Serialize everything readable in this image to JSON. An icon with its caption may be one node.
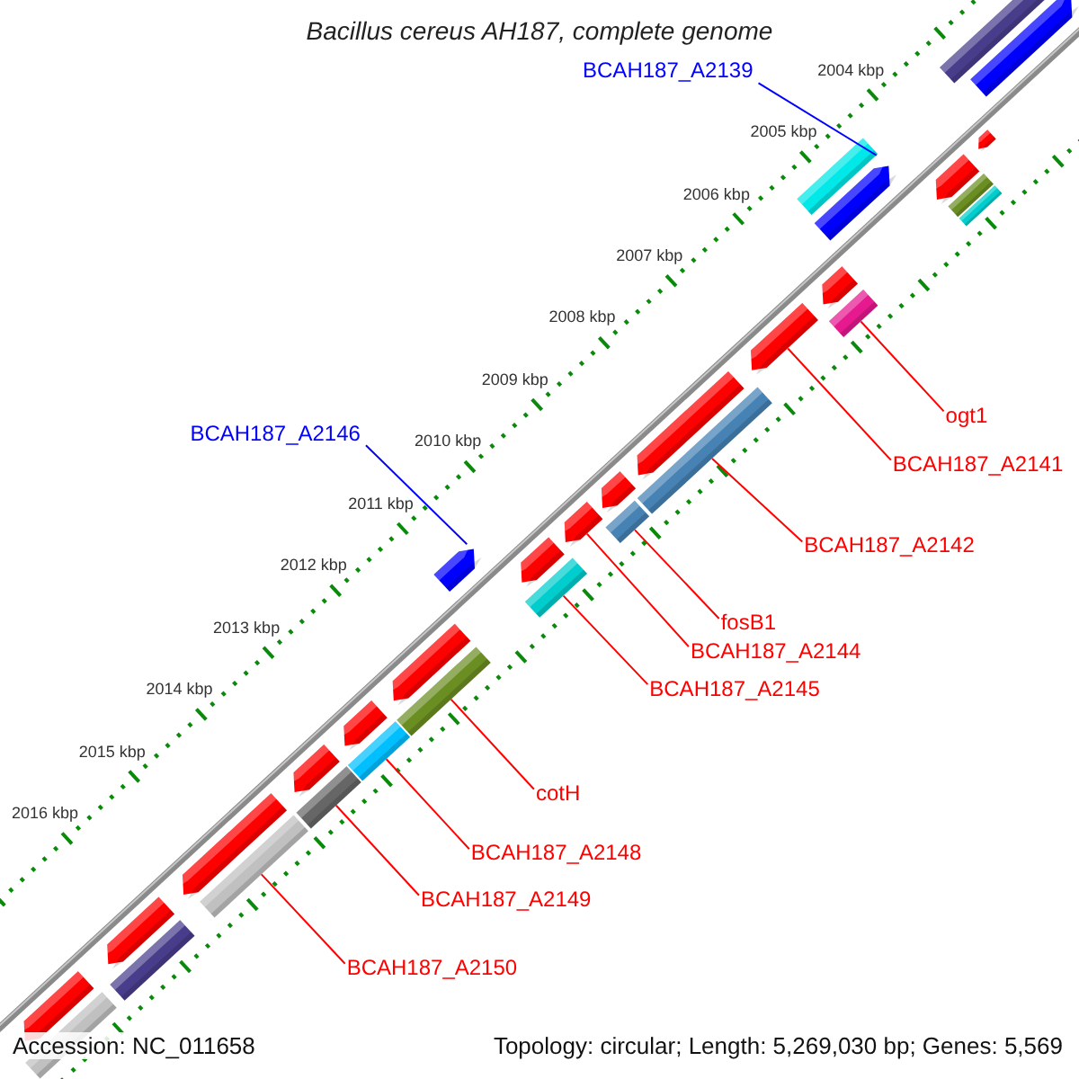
{
  "diagram": {
    "title": "Bacillus cereus AH187, complete genome",
    "nodes": [
      {
        "text": [
          "BCAH187_A2139"
        ]
      },
      {
        "text": [],
        "shape": "bar"
      },
      {
        "text": [
          "ogt1"
        ]
      },
      {
        "text": [],
        "shape": "bar"
      },
      {
        "text": [
          "BCAH187_A2141"
        ]
      },
      {
        "text": [],
        "shape": "bar"
      },
      {
        "text": [
          "BCAH187_A2142"
        ]
      },
      {
        "text": [],
        "shape": "bar"
      },
      {
        "text": [
          "BCAH187_A2146"
        ]
      },
      {
        "text": [],
        "shape": "bar"
      },
      {
        "text": [
          "fosB1"
        ]
      },
      {
        "text": [],
        "shape": "bar"
      },
      {
        "text": [
          "BCAH187_A2144"
        ]
      },
      {
        "text": [],
        "shape": "bar"
      },
      {
        "text": [
          "BCAH187_A2145"
        ]
      },
      {
        "text": [],
        "shape": "bar"
      },
      {
        "text": [
          "cotH"
        ]
      },
      {
        "text": [],
        "shape": "bar"
      },
      {
        "text": [
          "BCAH187_A2148"
        ]
      },
      {
        "text": [],
        "shape": "bar"
      },
      {
        "text": [
          "BCAH187_A2149"
        ]
      },
      {
        "text": [],
        "shape": "bar"
      },
      {
        "text": [
          "BCAH187_A2150"
        ]
      },
      {
        "text": [],
        "shape": "bar"
      },
      {
        "text": [],
        "shape": "bar"
      },
      {
        "text": [],
        "shape": "bar"
      },
      {
        "text": [],
        "shape": "bar"
      },
      {
        "text": [],
        "shape": "bar"
      },
      {
        "text": [],
        "shape": "bar"
      },
      {
        "text": [],
        "shape": "bar"
      },
      {
        "text": [],
        "shape": "bar"
      },
      {
        "text": [],
        "shape": "bar"
      },
      {
        "text": [],
        "shape": "bar"
      },
      {
        "text": [],
        "shape": "bar"
      },
      {
        "text": [],
        "shape": "bar"
      },
      {
        "text": [],
        "shape": "bar"
      },
      {
        "text": [],
        "shape": "bar"
      },
      {
        "text": [],
        "shape": "bar"
      },
      {
        "text": [],
        "shape": "bar"
      },
      {
        "text": [],
        "shape": "bar"
      },
      {
        "text": [],
        "shape": "bar"
      },
      {
        "text": [],
        "shape": "bar"
      },
      {
        "text": [],
        "shape": "bar"
      }
    ],
    "edges": [
      {
        "from": 0,
        "to": 1,
        "arrow": "none",
        "color": "#0000ff"
      },
      {
        "from": 2,
        "to": 3,
        "arrow": "none"
      },
      {
        "from": 4,
        "to": 5,
        "arrow": "none"
      },
      {
        "from": 6,
        "to": 7,
        "arrow": "none"
      },
      {
        "from": 8,
        "to": 9,
        "arrow": "none",
        "color": "#0000ff"
      },
      {
        "from": 10,
        "to": 11,
        "arrow": "none"
      },
      {
        "from": 12,
        "to": 13,
        "arrow": "none"
      },
      {
        "from": 14,
        "to": 15,
        "arrow": "none"
      },
      {
        "from": 16,
        "to": 17,
        "arrow": "none"
      },
      {
        "from": 18,
        "to": 19,
        "arrow": "none"
      },
      {
        "from": 20,
        "to": 21,
        "arrow": "none"
      },
      {
        "from": 22,
        "to": 23,
        "arrow": "none"
      }
    ],
    "labels": [
      "2004 kbp",
      "2005 kbp",
      "2006 kbp",
      "2007 kbp",
      "2008 kbp",
      "2009 kbp",
      "2010 kbp",
      "2011 kbp",
      "2012 kbp",
      "2013 kbp",
      "2014 kbp",
      "2015 kbp",
      "2016 kbp",
      "Accession: NC_011658",
      "Topology: circular; Length: 5,269,030 bp; Genes: 5,569"
    ]
  }
}
